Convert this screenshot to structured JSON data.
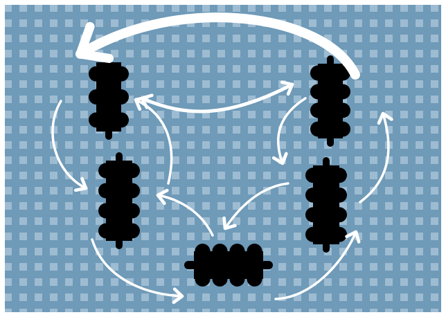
{
  "diagram": {
    "type": "table-rotation",
    "background_color": "#6f9ab8",
    "tile_color": "#9dbcd2",
    "frame_color": "#ffffff",
    "table_color": "#000000",
    "arrow_color": "#ffffff",
    "tables": [
      {
        "id": "top-left",
        "orientation": "vertical",
        "seats_per_side": 3
      },
      {
        "id": "mid-left",
        "orientation": "vertical",
        "seats_per_side": 4
      },
      {
        "id": "bottom-center",
        "orientation": "horizontal",
        "seats_per_side": 4
      },
      {
        "id": "mid-right",
        "orientation": "vertical",
        "seats_per_side": 4
      },
      {
        "id": "top-right",
        "orientation": "vertical",
        "seats_per_side": 4
      }
    ],
    "arrows": [
      {
        "from": "top-right",
        "to": "top-left",
        "style": "large-arc"
      },
      {
        "from": "top-left",
        "to": "top-right",
        "style": "double-headed"
      },
      {
        "from": "top-left",
        "to": "mid-left"
      },
      {
        "from": "mid-left",
        "to": "bottom-center"
      },
      {
        "from": "bottom-center",
        "to": "mid-right"
      },
      {
        "from": "mid-right",
        "to": "top-right"
      },
      {
        "from": "top-right",
        "to": "mid-right"
      },
      {
        "from": "mid-right",
        "to": "bottom-center"
      },
      {
        "from": "bottom-center",
        "to": "mid-left"
      },
      {
        "from": "mid-left",
        "to": "top-left"
      }
    ]
  }
}
